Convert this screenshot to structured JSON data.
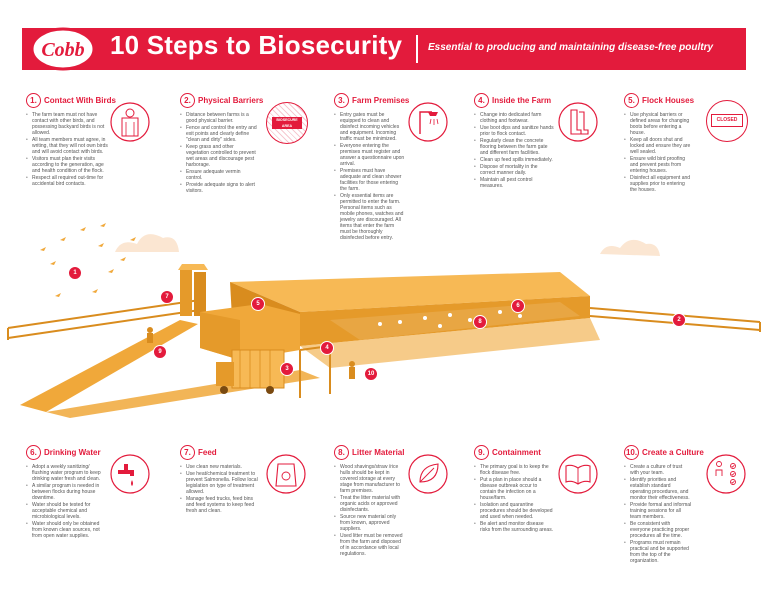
{
  "header": {
    "logo_text": "Cobb",
    "title": "10 Steps to Biosecurity",
    "subtitle": "Essential to producing and maintaining disease-free poultry"
  },
  "colors": {
    "brand_red": "#e31b3c",
    "farm_orange": "#f0a83a",
    "farm_dark": "#d98c1e"
  },
  "icons": [
    "biosecure-gate-icon",
    "biosecure-area-sign-icon",
    "shower-icon",
    "boots-icon",
    "closed-sign-icon",
    "water-tap-icon",
    "feed-bag-icon",
    "leaf-icon",
    "book-icon",
    "checklist-icon"
  ],
  "steps": [
    {
      "num": "1.",
      "title": "Contact With Birds",
      "bullets": [
        "The farm team must not have contact with other birds, and possessing backyard birds is not allowed.",
        "All team members must agree, in writing, that they will not own birds and will avoid contact with birds.",
        "Visitors must plan their visits according to the generation, age and health condition of the flock.",
        "Respect all required out-time for accidental bird contacts."
      ]
    },
    {
      "num": "2.",
      "title": "Physical Barriers",
      "sign": "BIOSECURE AREA",
      "bullets": [
        "Distance between farms is a good physical barrier.",
        "Fence and control the entry and exit points and clearly define \"clean and dirty\" sides.",
        "Keep grass and other vegetation controlled to prevent wet areas and discourage pest harborage.",
        "Ensure adequate vermin control.",
        "Provide adequate signs to alert visitors."
      ]
    },
    {
      "num": "3.",
      "title": "Farm Premises",
      "bullets": [
        "Entry gates must be equipped to clean and disinfect incoming vehicles and equipment. Incoming traffic must be minimized.",
        "Everyone entering the premises must register and answer a questionnaire upon arrival.",
        "Premises must have adequate and clean shower facilities for those entering the farm.",
        "Only essential items are permitted to enter the farm. Personal items such as mobile phones, watches and jewelry are discouraged. All items that enter the farm must be thoroughly disinfected before entry."
      ]
    },
    {
      "num": "4.",
      "title": "Inside the Farm",
      "bullets": [
        "Change into dedicated farm clothing and footwear.",
        "Use boot dips and sanitize hands prior to flock contact.",
        "Regularly clean the concrete flooring between the farm gate and different farm facilities.",
        "Clean up feed spills immediately.",
        "Dispose of mortality in the correct manner daily.",
        "Maintain all pest control measures."
      ]
    },
    {
      "num": "5.",
      "title": "Flock Houses",
      "sign": "CLOSED",
      "bullets": [
        "Use physical barriers or defined areas for changing boots before entering a house.",
        "Keep all doors shut and locked and ensure they are well sealed.",
        "Ensure wild bird proofing and prevent pests from entering houses.",
        "Disinfect all equipment and supplies prior to entering the houses."
      ]
    },
    {
      "num": "6.",
      "title": "Drinking Water",
      "bullets": [
        "Adopt a weekly sanitizing/ flushing water program to keep drinking water fresh and clean.",
        "A similar program is needed in between flocks during house downtime.",
        "Water should be tested for acceptable chemical and microbiological levels.",
        "Water should only be obtained from known clean sources, not from open water supplies."
      ]
    },
    {
      "num": "7.",
      "title": "Feed",
      "bullets": [
        "Use clean new materials.",
        "Use heat/chemical treatment to prevent Salmonella. Follow local legislation on type of treatment allowed.",
        "Manage feed trucks, feed bins and feed systems to keep feed fresh and clean."
      ]
    },
    {
      "num": "8.",
      "title": "Litter Material",
      "bullets": [
        "Wood shavings/straw /rice hulls should be kept in covered storage at every stage from manufacturer to farm premises.",
        "Treat the litter material with organic acids or approved disinfectants.",
        "Source new material only from known, approved suppliers.",
        "Used litter must be removed from the farm and disposed of in accordance with local regulations."
      ]
    },
    {
      "num": "9.",
      "title": "Containment",
      "bullets": [
        "The primary goal is to keep the flock disease free.",
        "Put a plan in place should a disease outbreak occur to contain the infection on a house/farm.",
        "Isolation and quarantine procedures should be developed and used when needed.",
        "Be alert and monitor disease risks from the surrounding areas."
      ]
    },
    {
      "num": "10.",
      "title": "Create a Culture",
      "bullets": [
        "Create a culture of trust with your team.",
        "Identify priorities and establish standard operating procedures, and monitor their effectiveness.",
        "Provide formal and informal training sessions for all team members.",
        "Be consistent with everyone practicing proper procedures all the time.",
        "Programs must remain practical and be supported from the top of the organization."
      ]
    }
  ],
  "scene_markers": [
    "1",
    "2",
    "3",
    "4",
    "5",
    "6",
    "7",
    "8",
    "9",
    "10"
  ]
}
